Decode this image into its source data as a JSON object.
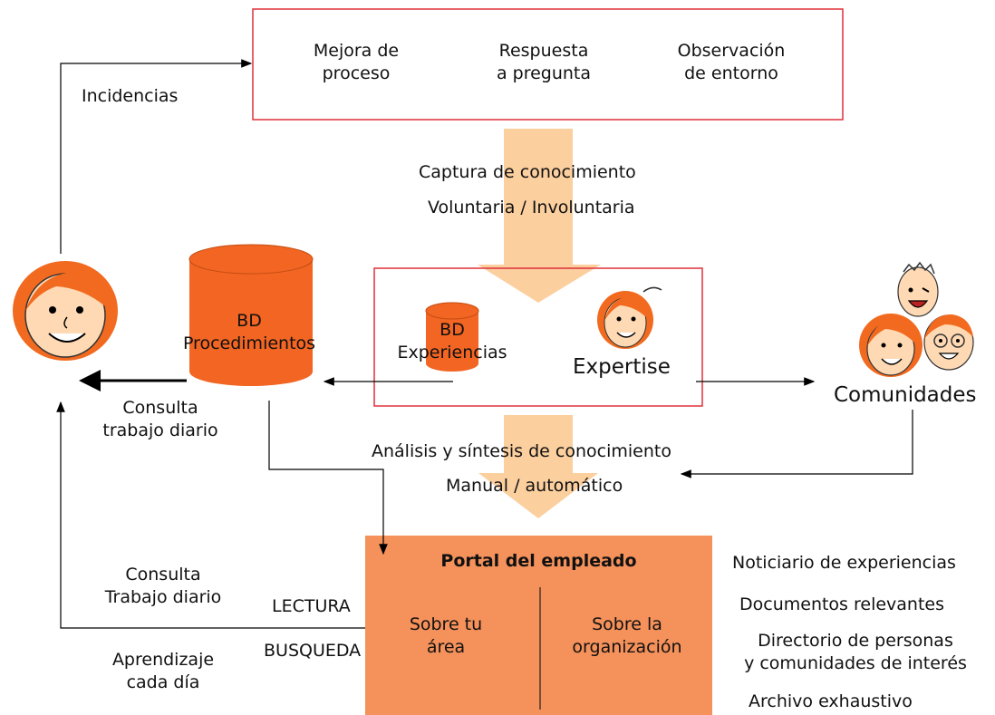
{
  "top_box": {
    "items": [
      "Mejora de\nproceso",
      "Respuesta\na pregunta",
      "Observación\nde entorno"
    ]
  },
  "labels": {
    "incidencias": "Incidencias",
    "captura_line1": "Captura de conocimiento",
    "captura_line2": "Voluntaria / Involuntaria",
    "analisis_line1": "Análisis y síntesis de conocimiento",
    "analisis_line2": "Manual / automático",
    "consulta_top": "Consulta\ntrabajo diario",
    "consulta_bottom": "Consulta\nTrabajo diario",
    "aprendizaje": "Aprendizaje\ncada día",
    "lectura": "LECTURA",
    "busqueda": "BUSQUEDA",
    "comunidades": "Comunidades"
  },
  "databases": {
    "procedimientos": "BD\nProcedimientos",
    "experiencias": "BD\nExperiencias",
    "expertise": "Expertise"
  },
  "portal": {
    "title": "Portal del empleado",
    "left": "Sobre tu\nárea",
    "right": "Sobre la\norganización"
  },
  "portal_features": [
    "Noticiario de experiencias",
    "Documentos relevantes",
    "Directorio de personas\ny comunidades de interés",
    "Archivo exhaustivo"
  ],
  "colors": {
    "box_border": "#e0303a",
    "cylinder": "#f26522",
    "portal_fill": "#f5915a",
    "flow_arrow": "#fbcf9e",
    "skin": "#ffd9b3",
    "hair": "#f26a1f"
  }
}
